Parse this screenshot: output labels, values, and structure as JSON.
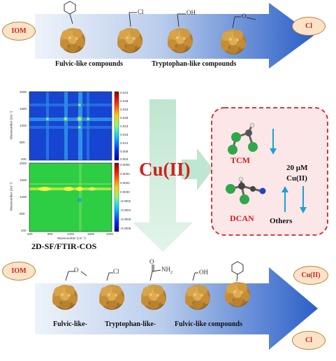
{
  "top_row": {
    "left_badge": "IOM",
    "right_badge": "Cl",
    "labels": [
      "Fulvic-like compounds",
      "Tryptophan-like  compounds"
    ]
  },
  "spectra": {
    "caption": "2D-SF/FTIR-COS",
    "ylabel": "Wavenumber (cm⁻¹)",
    "xlabel": "Wavenumber (cm⁻¹)",
    "y_ticks": [
      "2000",
      "1600",
      "1200",
      "800",
      "400"
    ],
    "x_ticks": [
      "400",
      "800",
      "1200",
      "1600",
      "2000"
    ],
    "top_colorbar": [
      "0.043",
      "0.038",
      "0.033",
      "0.028",
      "0.023",
      "0.018",
      "0.013",
      "0.008",
      "0.003"
    ],
    "bottom_colorbar": [
      "0.0006",
      "0.0004",
      "0.0002",
      "0.0000",
      "-0.0002",
      "-0.0004",
      "-0.0006",
      "-0.0008"
    ]
  },
  "center": {
    "label": "Cu(II)"
  },
  "box": {
    "tcm": "TCM",
    "dcan": "DCAN",
    "others": "Others",
    "conc_line1": "20 µM",
    "conc_line2": "Cu(II)"
  },
  "bottom_row": {
    "left_badge": "IOM",
    "right_badge_top": "Cu(II)",
    "right_badge_bottom": "Cl",
    "labels": [
      "Fulvic-like-",
      "Tryptophan-like-",
      "Fulvic-like  compounds"
    ]
  },
  "colors": {
    "arrow_light": "#e4ecf7",
    "arrow_dark": "#2b5fc8",
    "cu_text": "#d1201b",
    "down_arrow": "#cdebd9",
    "box_fill": "#fbe7e7",
    "box_border": "#d8202a",
    "teal_arrow": "#1f9fd6"
  },
  "icons": [
    "benzene-ring-icon",
    "chloromethyl-icon",
    "hydroxymethyl-icon",
    "methoxymethyl-icon",
    "amide-icon",
    "humic-blob-icon",
    "molecule-tcm-icon",
    "molecule-dcan-icon"
  ]
}
